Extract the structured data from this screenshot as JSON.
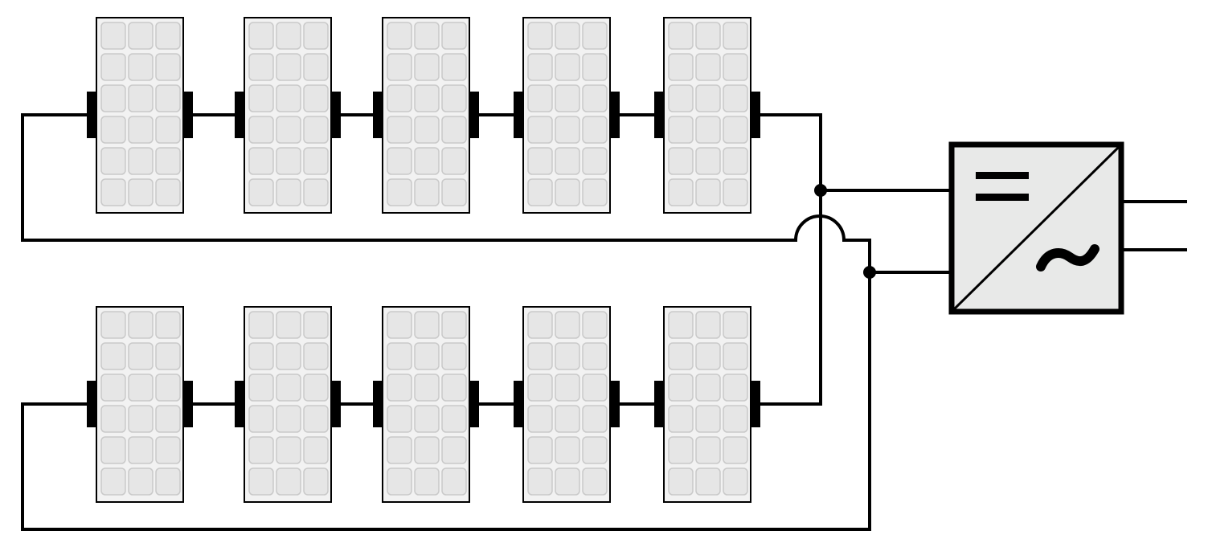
{
  "diagram": {
    "type": "photovoltaic-string-wiring",
    "strings": [
      {
        "name": "string-top",
        "panel_count": 5
      },
      {
        "name": "string-bottom",
        "panel_count": 5
      }
    ],
    "panel": {
      "cell_columns": 3,
      "cell_rows": 6
    },
    "inverter": {
      "dc_symbol": "=",
      "ac_symbol": "~",
      "ac_outputs": 2
    },
    "colors": {
      "wire": "#000000",
      "panel_fill": "#f2f2f2",
      "cell_fill": "#e6e6e6",
      "cell_stroke": "#c9c9c9",
      "inverter_fill": "#e8e9e8",
      "background": "#ffffff"
    }
  }
}
